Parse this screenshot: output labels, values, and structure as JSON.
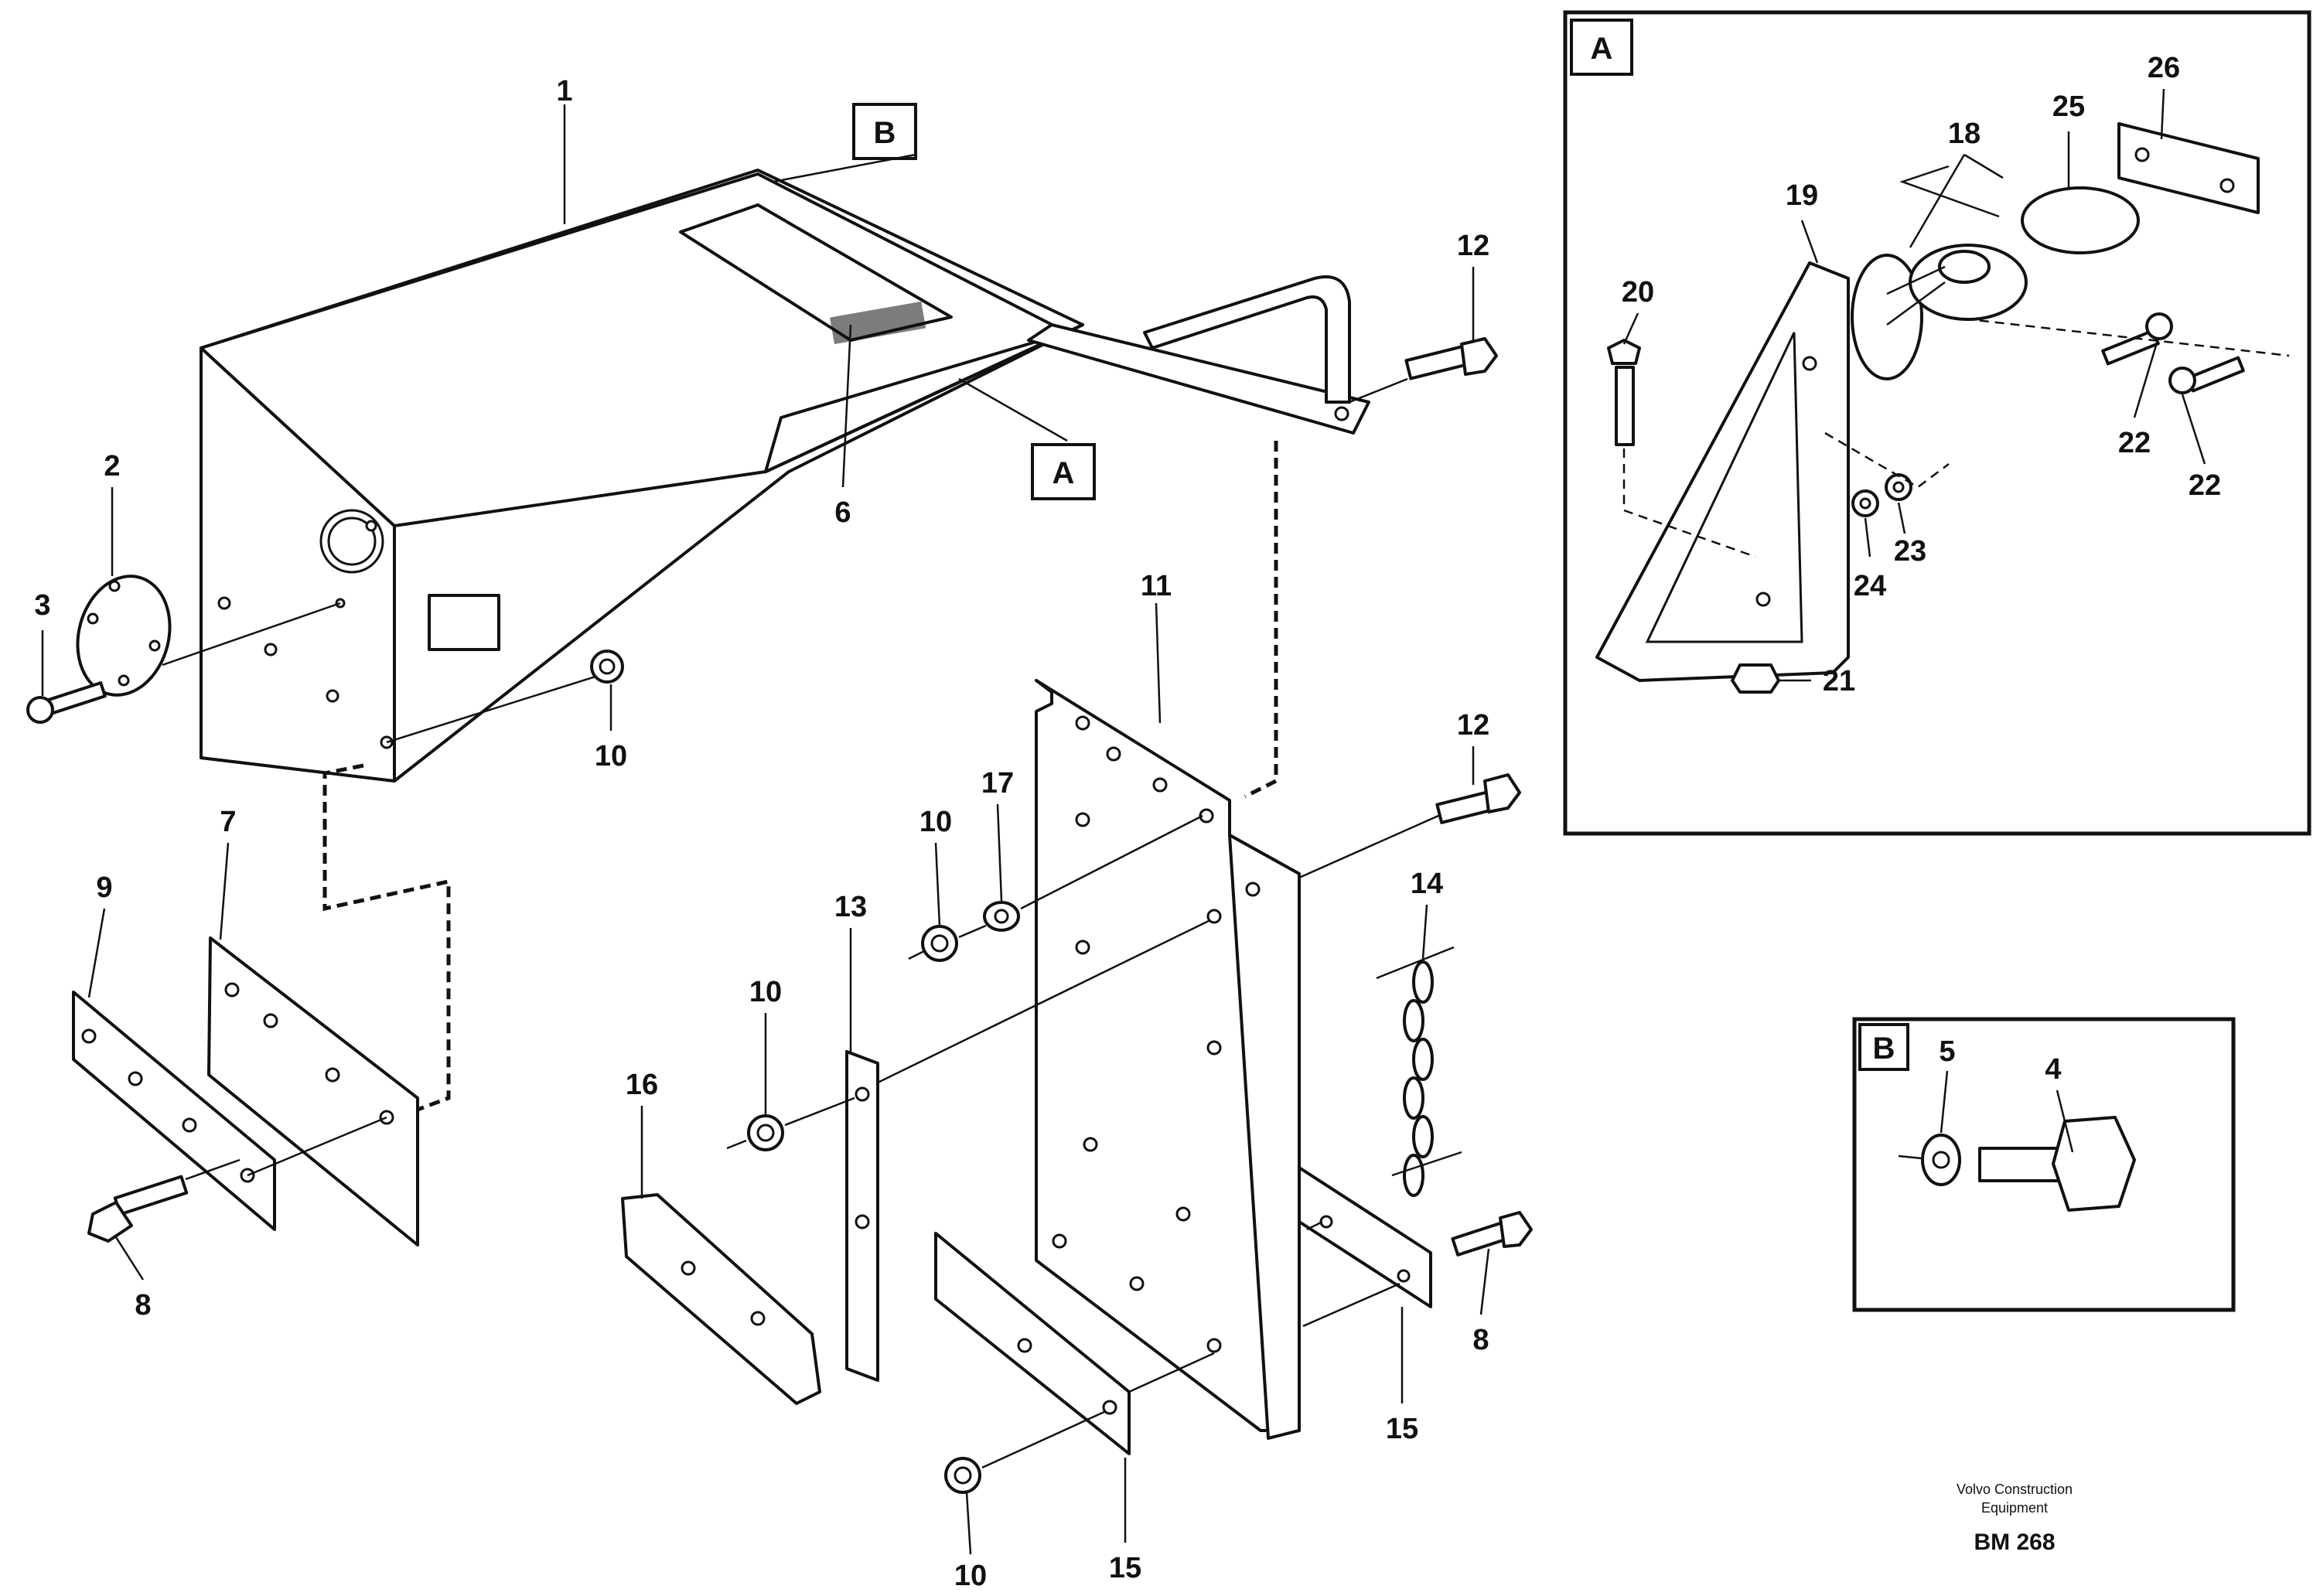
{
  "callouts": {
    "c1": "1",
    "c2": "2",
    "c3": "3",
    "c4": "4",
    "c5": "5",
    "c6": "6",
    "c7": "7",
    "c8": "8",
    "c9": "9",
    "c10": "10",
    "c11": "11",
    "c12": "12",
    "c13": "13",
    "c14": "14",
    "c15": "15",
    "c16": "16",
    "c17": "17",
    "c18": "18",
    "c19": "19",
    "c20": "20",
    "c21": "21",
    "c22": "22",
    "c23": "23",
    "c24": "24",
    "c25": "25",
    "c26": "26"
  },
  "detail_labels": {
    "a": "A",
    "b": "B"
  },
  "footer": {
    "brand_line1": "Volvo Construction",
    "brand_line2": "Equipment",
    "code": "BM 268"
  }
}
